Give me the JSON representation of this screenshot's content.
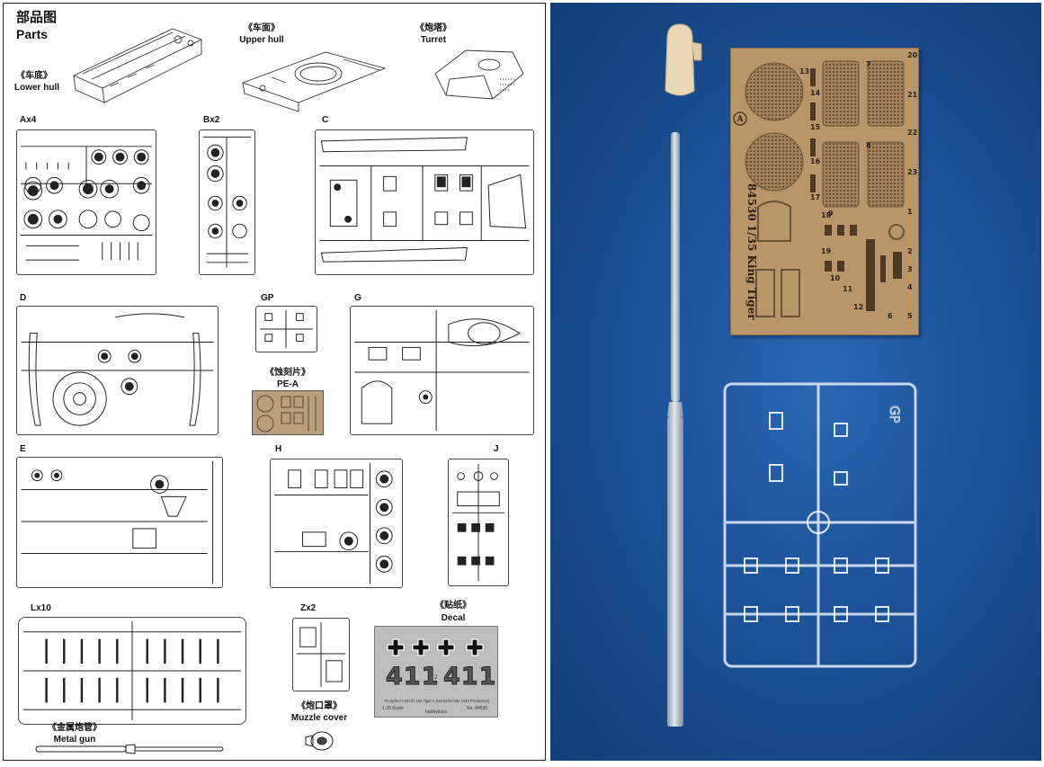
{
  "parts_sheet": {
    "title_cn": "部品图",
    "title_en": "Parts",
    "lower_hull": {
      "cn": "《车底》",
      "en": "Lower hull"
    },
    "upper_hull": {
      "cn": "《车面》",
      "en": "Upper hull"
    },
    "turret": {
      "cn": "《炮塔》",
      "en": "Turret"
    },
    "sprues": {
      "a": "Ax4",
      "b": "Bx2",
      "c": "C",
      "d": "D",
      "gp": "GP",
      "g": "G",
      "pe": {
        "cn": "《蚀刻片》",
        "en": "PE-A"
      },
      "e": "E",
      "h": "H",
      "j": "J",
      "l": "Lx10",
      "z": "Zx2"
    },
    "decal": {
      "cn": "《贴纸》",
      "en": "Decal",
      "number_left": "411",
      "number_right": "411",
      "separator": "2",
      "caption_line1": "Pz.Kpfw.VI Sd.Kfz.182 Tiger II (Henschel late 1945 Production)",
      "caption_scale": "1:35 Scale",
      "caption_brand": "hobbyboss",
      "caption_no": "No. 84530"
    },
    "muzzle_cover": {
      "cn": "《炮口罩》",
      "en": "Muzzle cover"
    },
    "metal_gun": {
      "cn": "《金属炮管》",
      "en": "Metal gun"
    }
  },
  "photo": {
    "pe_fret": {
      "title": "84530  1/35 King Tiger",
      "numbers": [
        "13",
        "14",
        "15",
        "16",
        "17",
        "18",
        "19",
        "20",
        "21",
        "22",
        "23",
        "1",
        "2",
        "3",
        "4",
        "5",
        "6",
        "7",
        "8",
        "9",
        "10",
        "11",
        "12"
      ],
      "logo": "A"
    },
    "clear_sprue": {
      "label": "GP"
    }
  },
  "colors": {
    "photo_background": "#1c5299",
    "brass": "#b9a07a",
    "decal_background": "#bdbdbd"
  }
}
